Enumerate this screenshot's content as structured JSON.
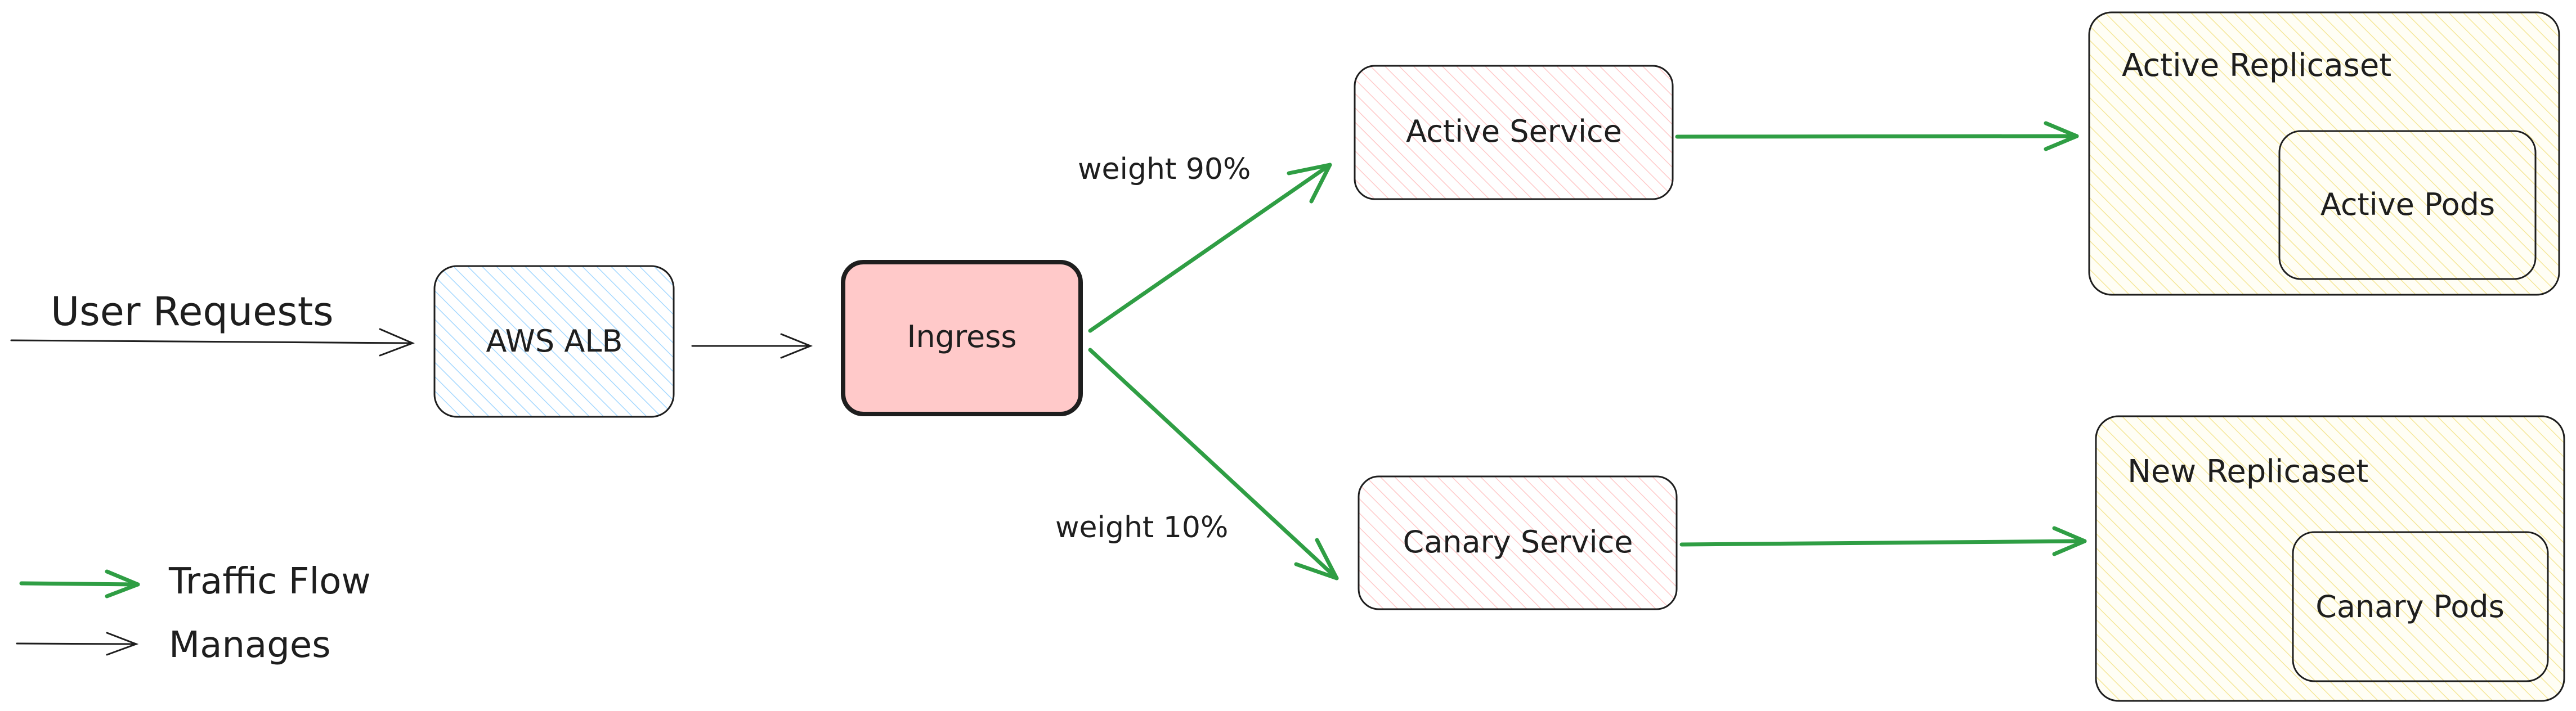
{
  "colors": {
    "ink": "#1e1e1e",
    "traffic": "#2f9e44",
    "alb_fill": "#a5d8ff",
    "ingress_fill": "#ffc9c9",
    "service_fill": "#ffc9c9",
    "replicaset_fill": "#ffec99"
  },
  "nodes": {
    "user_requests": "User Requests",
    "aws_alb": "AWS ALB",
    "ingress": "Ingress",
    "active_service": "Active Service",
    "canary_service": "Canary Service",
    "active_replicaset": "Active Replicaset",
    "active_pods": "Active Pods",
    "new_replicaset": "New Replicaset",
    "canary_pods": "Canary Pods"
  },
  "edges": {
    "weight_active": "weight 90%",
    "weight_canary": "weight 10%"
  },
  "legend": {
    "traffic_flow": "Traffic Flow",
    "manages": "Manages"
  }
}
